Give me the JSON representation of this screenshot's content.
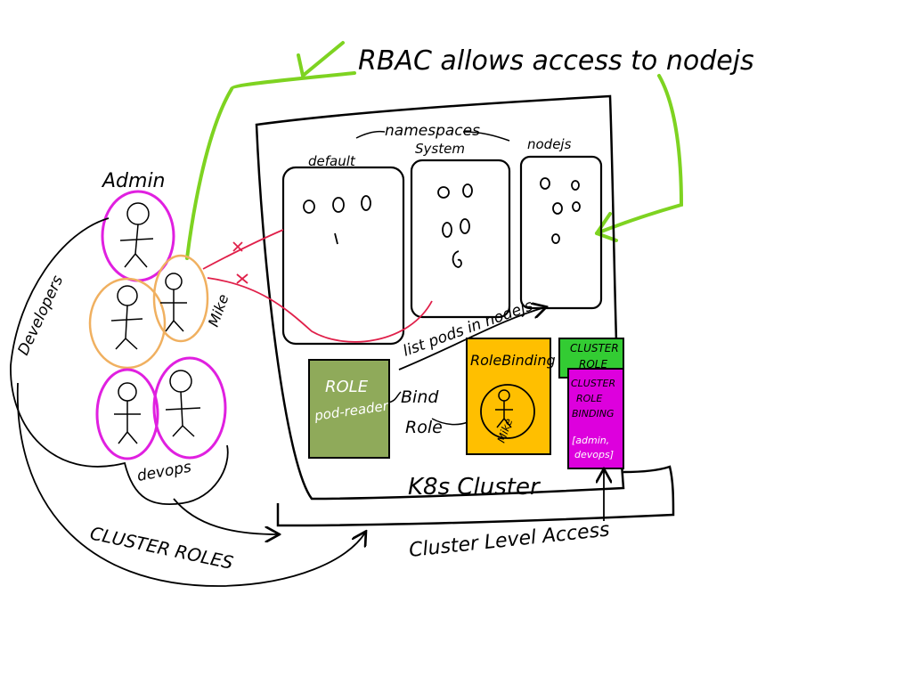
{
  "title": "RBAC allows access to nodejs",
  "cluster": {
    "label": "K8s Cluster",
    "namespaces_label": "namespaces",
    "namespaces": [
      "default",
      "System",
      "nodejs"
    ]
  },
  "users": {
    "admin_label": "Admin",
    "developers_label": "Developers",
    "mike_label": "Mike",
    "devops_label": "devops"
  },
  "role": {
    "line1": "ROLE",
    "line2": "pod-reader"
  },
  "bind_role": {
    "line1": "Bind",
    "line2": "Role"
  },
  "role_binding": {
    "label": "RoleBinding",
    "subject": "Mike"
  },
  "list_pods": "list pods in nodejs",
  "cluster_role": {
    "line1": "CLUSTER",
    "line2": "ROLE"
  },
  "cluster_role_binding": {
    "line1": "CLUSTER",
    "line2": "ROLE",
    "line3": "BINDING",
    "subjects_line1": "[admin,",
    "subjects_line2": "devops]"
  },
  "cluster_roles_label": "CLUSTER ROLES",
  "cluster_level_access_label": "Cluster Level Access",
  "colors": {
    "green_arrow": "#7ed321",
    "magenta": "#e020e0",
    "orange": "#f0b060",
    "red": "#e0204a",
    "role_box": "#8faa5a",
    "rolebinding_box": "#ffbf00",
    "cluster_role_box": "#33cc33",
    "cluster_role_binding_box": "#dd00dd"
  }
}
